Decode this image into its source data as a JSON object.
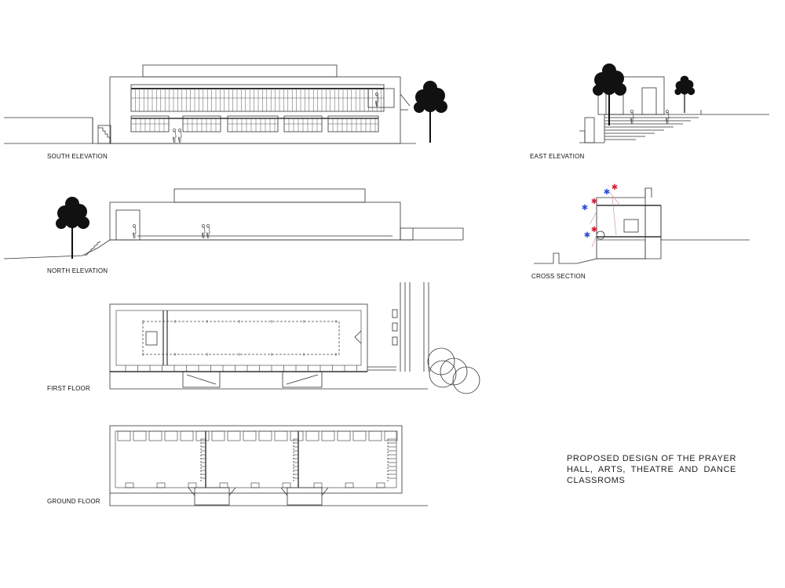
{
  "drawings": {
    "south_elevation": "SOUTH ELEVATION",
    "east_elevation": "EAST ELEVATION",
    "north_elevation": "NORTH ELEVATION",
    "cross_section": "CROSS SECTION",
    "first_floor": "FIRST FLOOR",
    "ground_floor": "GROUND FLOOR"
  },
  "description": "PROPOSED DESIGN OF THE PRAYER HALL, ARTS, THEATRE AND DANCE CLASSROMS",
  "colors": {
    "line": "#333333",
    "light_line": "#888888",
    "tree": "#111111",
    "marker_red": "#d0203a",
    "marker_blue": "#2a4fd6"
  }
}
